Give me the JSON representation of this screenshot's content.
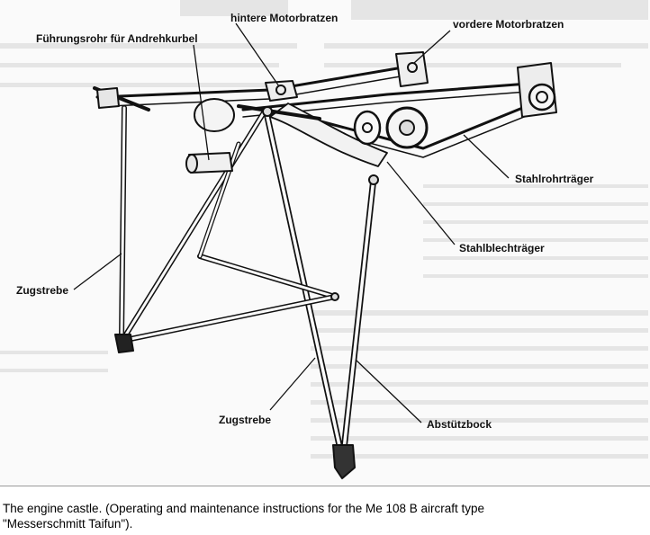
{
  "diagram": {
    "labels": {
      "hintere_motorbratzen": "hintere Motorbratzen",
      "vordere_motorbratzen": "vordere Motorbratzen",
      "fuehrungsrohr": "Führungsrohr für Andrehkurbel",
      "stahlrohrtraeger": "Stahlrohrträger",
      "stahlblechtraeger": "Stahlblechträger",
      "zugstrebe_left": "Zugstrebe",
      "zugstrebe_bottom": "Zugstrebe",
      "abstuetzbock": "Abstützbock"
    }
  },
  "caption": {
    "line1": "The engine castle. (Operating and maintenance instructions for the Me 108 B aircraft type",
    "line2": "\"Messerschmitt Taifun\")."
  }
}
